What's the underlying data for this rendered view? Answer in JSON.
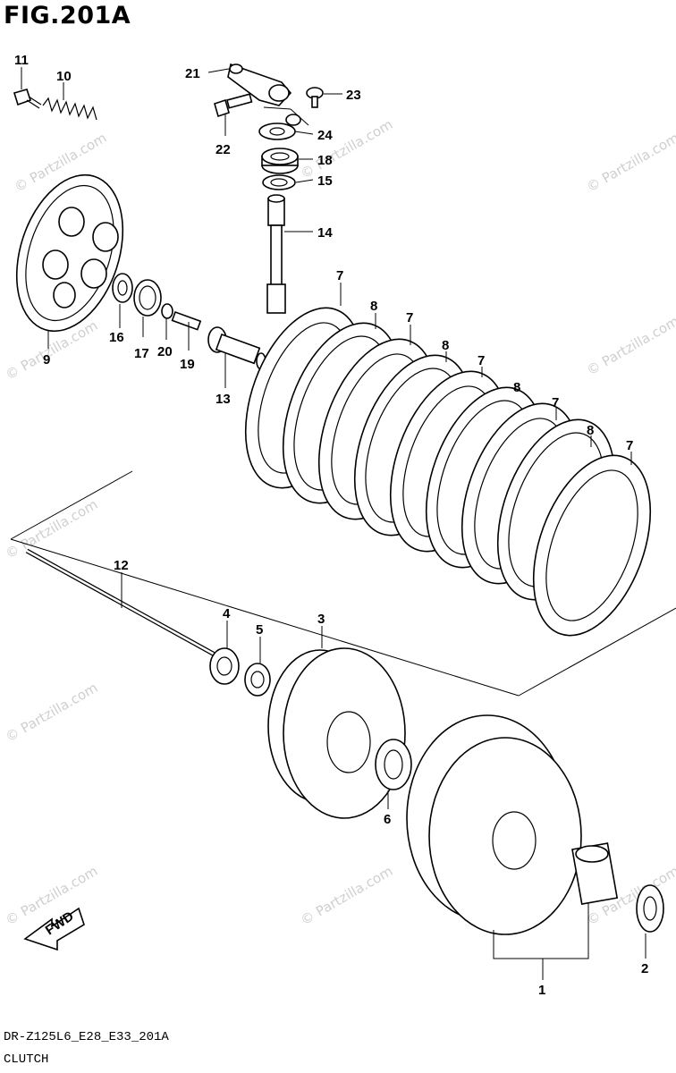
{
  "figure": {
    "title": "FIG.201A",
    "model_code": "DR-Z125L6_E28_E33_201A",
    "section": "CLUTCH",
    "fwd_label": "FWD",
    "watermark": "© Partzilla.com"
  },
  "callouts": [
    "1",
    "2",
    "3",
    "4",
    "5",
    "6",
    "7",
    "8",
    "9",
    "10",
    "11",
    "12",
    "13",
    "14",
    "15",
    "16",
    "17",
    "18",
    "19",
    "20",
    "21",
    "22",
    "23",
    "24"
  ],
  "callout_repeats": {
    "seven": [
      "7",
      "7",
      "7",
      "7",
      "7"
    ],
    "eight": [
      "8",
      "8",
      "8",
      "8"
    ]
  },
  "colors": {
    "ink": "#000000",
    "background": "#ffffff",
    "watermark": "#cfcfcf"
  }
}
